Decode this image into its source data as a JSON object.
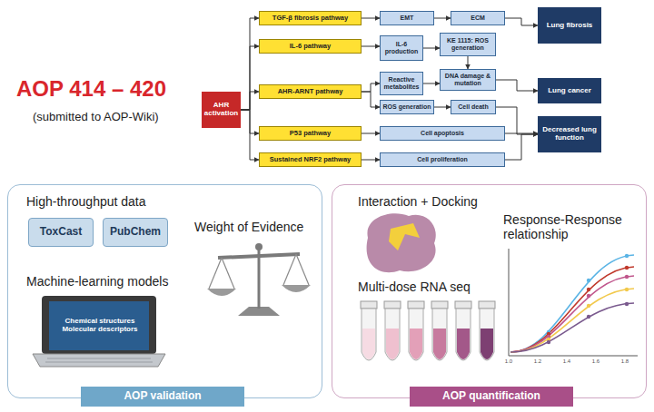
{
  "diagram": {
    "nodes": [
      {
        "text": [
          "AHR activation"
        ]
      },
      {
        "text": [
          "TGF-β fibrosis pathway"
        ]
      },
      {
        "text": [
          "IL-6 pathway"
        ]
      },
      {
        "text": [
          "AHR-ARNT pathway"
        ]
      },
      {
        "text": [
          "P53 pathway"
        ]
      },
      {
        "text": [
          "Sustained NRF2 pathway"
        ]
      },
      {
        "text": [
          "EMT"
        ]
      },
      {
        "text": [
          "ECM"
        ]
      },
      {
        "text": [
          "IL-6 production"
        ]
      },
      {
        "text": [
          "KE 1115: ROS generation"
        ]
      },
      {
        "text": [
          "Reactive metabolites"
        ]
      },
      {
        "text": [
          "DNA damage & mutation"
        ]
      },
      {
        "text": [
          "ROS generation"
        ]
      },
      {
        "text": [
          "Cell death"
        ]
      },
      {
        "text": [
          "Cell apoptosis"
        ]
      },
      {
        "text": [
          "Cell proliferation"
        ]
      },
      {
        "text": [
          "Lung fibrosis"
        ]
      },
      {
        "text": [
          "Lung cancer"
        ]
      },
      {
        "text": [
          "Decreased lung function"
        ]
      },
      {
        "text": [
          "High-throughput data",
          "Weight of Evidence",
          "Machine-learning models"
        ]
      },
      {
        "text": [
          "ToxCast"
        ],
        "in": 19
      },
      {
        "text": [
          "PubChem"
        ],
        "in": 19
      },
      {
        "text": [
          "Chemical structures",
          "Molecular descriptors"
        ],
        "in": 19
      },
      {
        "text": [
          "AOP validation"
        ],
        "in": 19
      },
      {
        "text": [
          "Interaction + Docking",
          "Response-Response relationship",
          "Multi-dose RNA seq"
        ]
      },
      {
        "text": [
          "AOP quantification"
        ],
        "in": 24
      }
    ],
    "edges": [
      {
        "from": 0,
        "to": 1,
        "arrow": "to"
      },
      {
        "from": 0,
        "to": 2,
        "arrow": "to"
      },
      {
        "from": 0,
        "to": 3,
        "arrow": "to"
      },
      {
        "from": 0,
        "to": 4,
        "arrow": "to"
      },
      {
        "from": 0,
        "to": 5,
        "arrow": "to"
      },
      {
        "from": 1,
        "to": 6,
        "arrow": "to"
      },
      {
        "from": 6,
        "to": 7,
        "arrow": "to"
      },
      {
        "from": 7,
        "to": 16,
        "arrow": "to"
      },
      {
        "from": 2,
        "to": 8,
        "arrow": "to"
      },
      {
        "from": 8,
        "to": 9,
        "arrow": "to"
      },
      {
        "from": 9,
        "to": 11,
        "arrow": "to"
      },
      {
        "from": 3,
        "to": 10,
        "arrow": "to"
      },
      {
        "from": 3,
        "to": 12,
        "arrow": "to"
      },
      {
        "from": 10,
        "to": 11,
        "arrow": "to"
      },
      {
        "from": 12,
        "to": 13,
        "arrow": "to"
      },
      {
        "from": 11,
        "to": 17,
        "arrow": "to"
      },
      {
        "from": 13,
        "to": 18,
        "arrow": "to"
      },
      {
        "from": 4,
        "to": 14,
        "arrow": "to"
      },
      {
        "from": 14,
        "to": 18,
        "arrow": "to"
      },
      {
        "from": 5,
        "to": 15,
        "arrow": "to"
      },
      {
        "from": 15,
        "to": 18,
        "arrow": "to"
      }
    ],
    "labels": [
      "AOP 414 – 420",
      "(submitted to AOP-Wiki)",
      "1.0",
      "1.2",
      "1.4",
      "1.6",
      "1.8"
    ]
  }
}
